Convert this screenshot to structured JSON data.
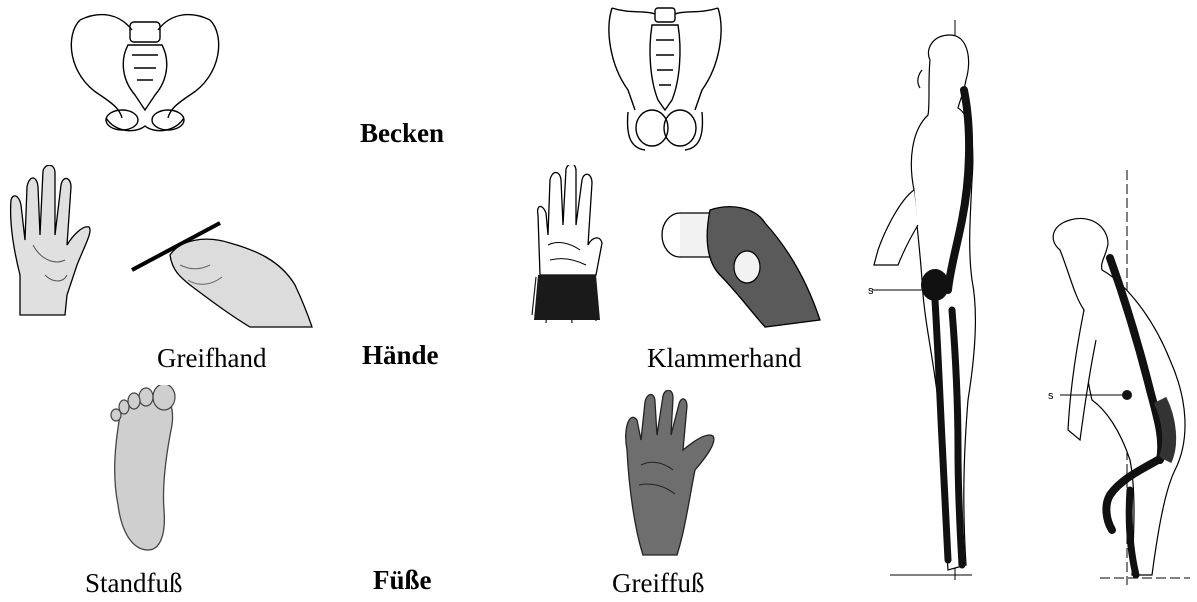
{
  "labels": {
    "pelvis": "Becken",
    "hands": "Hände",
    "feet": "Füße",
    "human_hand": "Greifhand",
    "ape_hand": "Klammerhand",
    "human_foot": "Standfuß",
    "ape_foot": "Greiffuß"
  },
  "figure_marks": {
    "human_center": "s",
    "ape_center": "s"
  },
  "colors": {
    "line": "#000000",
    "skin_fill": "#e0e0e0",
    "foot_fill": "#cfcfcf",
    "ape_foot_fill": "#6e6e6e",
    "ape_grip_fill": "#5a5a5a",
    "spine": "#111111"
  }
}
